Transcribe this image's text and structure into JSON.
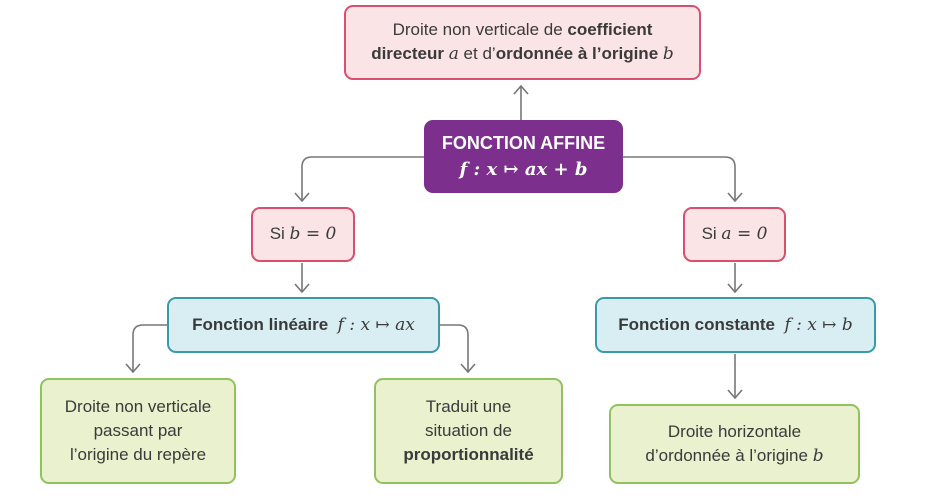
{
  "top_box": {
    "text1": "Droite non verticale de ",
    "bold1": "coefficient",
    "bold2": "directeur",
    "math1": "a",
    "text2": " et d’",
    "bold3": "ordonnée à l’origine",
    "math2": "b"
  },
  "main_box": {
    "title": "FONCTION AFFINE",
    "formula": "f : x ↦ ax + b"
  },
  "cond_b": {
    "text": "Si ",
    "math": "b = 0"
  },
  "cond_a": {
    "text": "Si ",
    "math": "a = 0"
  },
  "lineaire": {
    "label": "Fonction linéaire",
    "math": "f : x ↦ ax"
  },
  "constante": {
    "label": "Fonction constante",
    "math": "f : x ↦ b"
  },
  "leaf1": {
    "line1": "Droite non verticale",
    "line2": "passant par",
    "line3": "l’origine du repère"
  },
  "leaf2": {
    "line1": "Traduit une",
    "line2": "situation de",
    "bold": "proportionnalité"
  },
  "leaf3": {
    "line1": "Droite horizontale",
    "line2": "d’ordonnée à l’origine ",
    "math": "b"
  }
}
